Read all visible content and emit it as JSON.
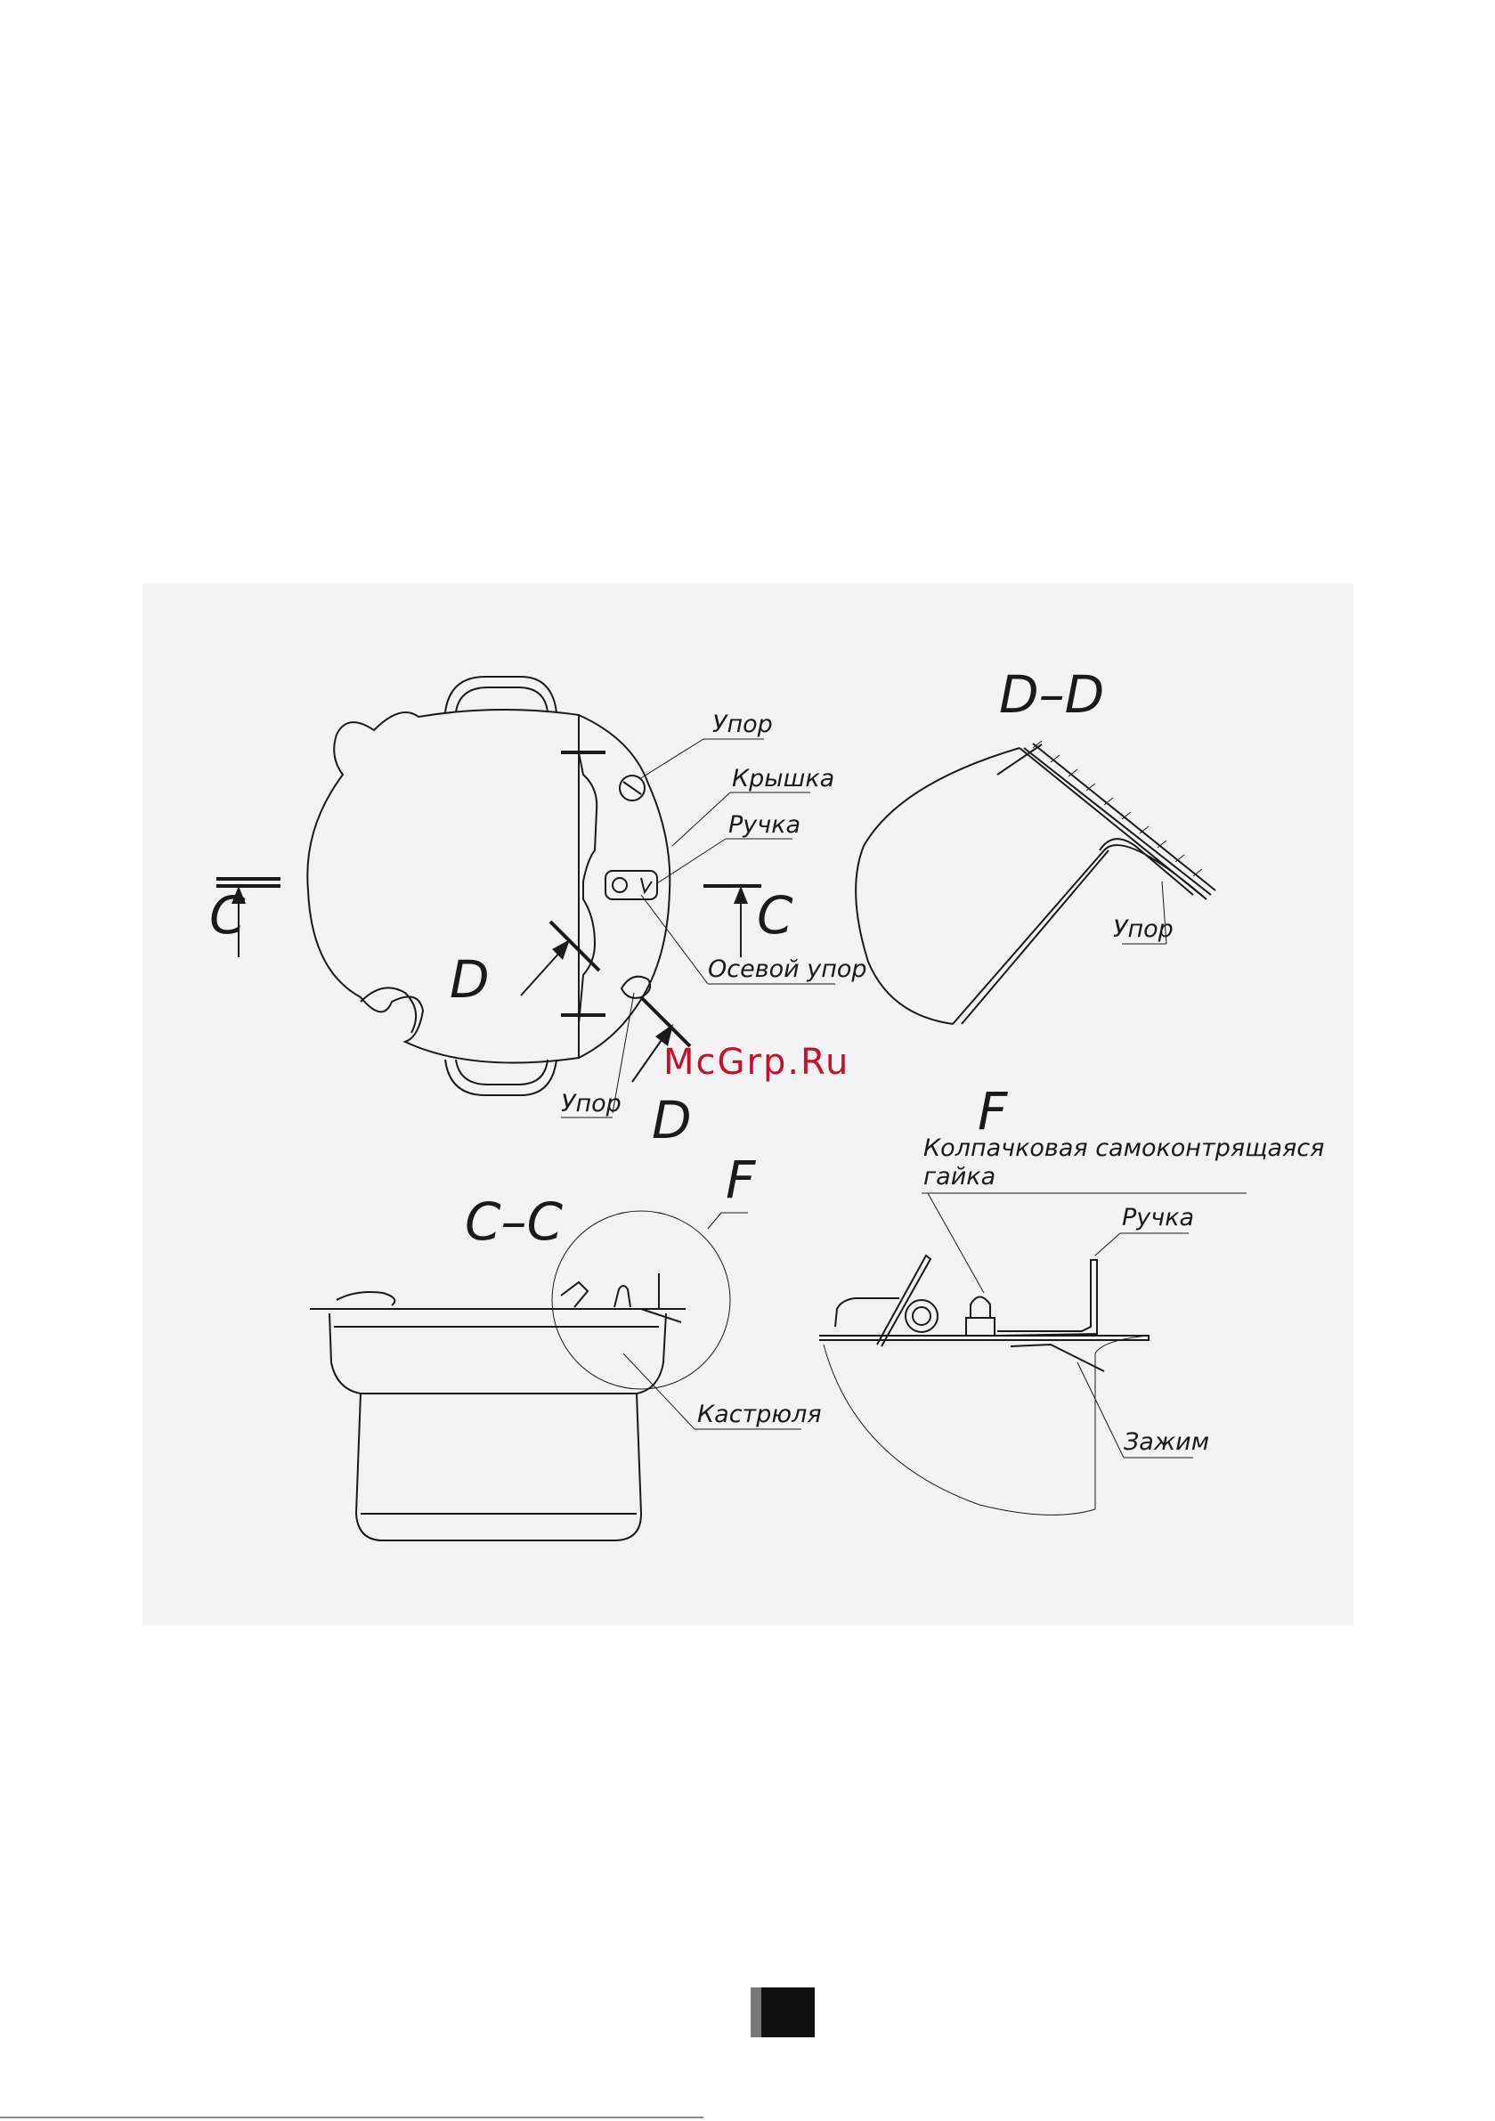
{
  "labels": {
    "upor_top": "Упор",
    "kryshka": "Крышка",
    "ruchka_top": "Ручка",
    "osevoy_upor": "Осевой упор",
    "upor_bottom": "Упор",
    "upor_dd": "Упор",
    "nut_line1": "Колпачковая самоконтрящаяся",
    "nut_line2": "гайка",
    "ruchka_f": "Ручка",
    "zazhim": "Зажим",
    "kastryulya": "Кастрюля"
  },
  "section_marks": {
    "dd_title": "D–D",
    "cc_title": "C–C",
    "f_detail_mark": "F",
    "f_detail_title": "F",
    "c_left": "C",
    "c_right": "C",
    "d_arrow_upper": "D",
    "d_arrow_lower": "D"
  },
  "watermark": "McGrp.Ru",
  "colors": {
    "watermark": "#c8102e",
    "panel_background": "#f3f3f3",
    "line": "#1a1a1a"
  }
}
